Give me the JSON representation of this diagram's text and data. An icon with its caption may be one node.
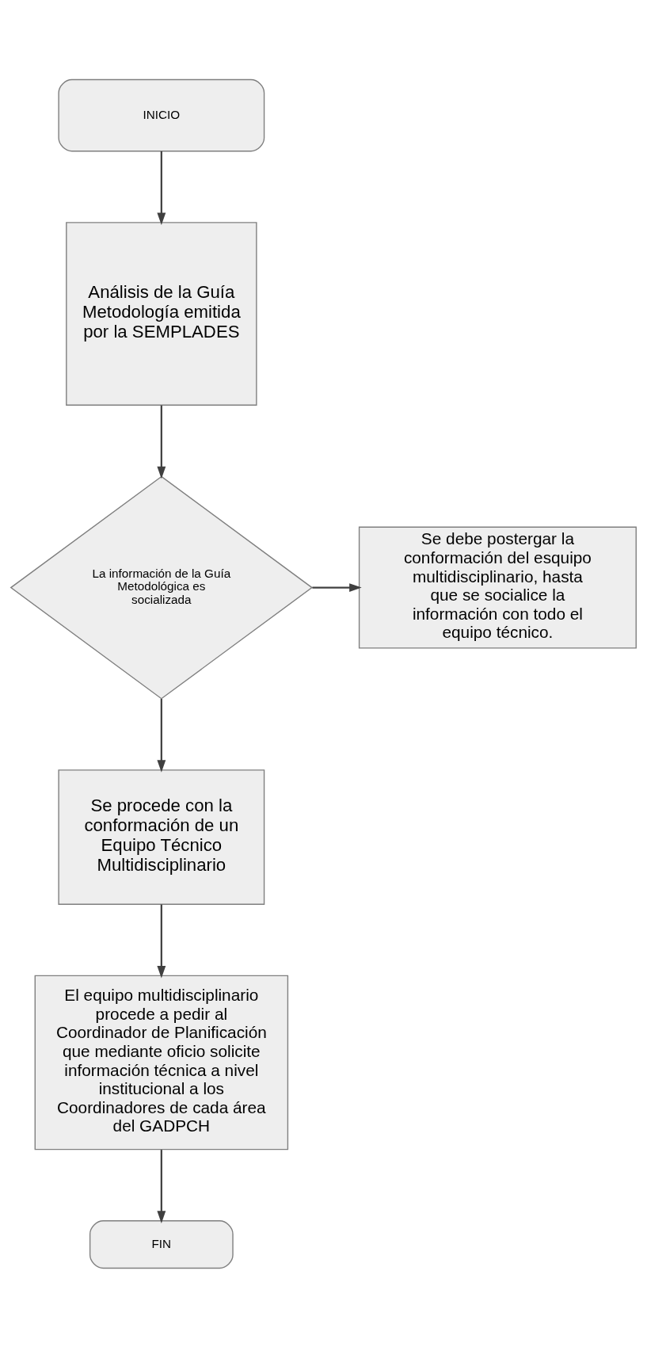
{
  "diagram": {
    "nodes": [
      {
        "text": [
          "INICIO"
        ]
      },
      {
        "text": [
          "Análisis de la Guía Metodología emitida por la SEMPLADES"
        ]
      },
      {
        "text": [
          "La información de la Guía Metodológica es socializada"
        ]
      },
      {
        "text": [
          "Se debe postergar la conformación del esquipo multidisciplinario, hasta que se socialice la información con todo el equipo técnico."
        ]
      },
      {
        "text": [
          "Se procede con la conformación de un Equipo Técnico Multidisciplinario"
        ]
      },
      {
        "text": [
          "El equipo multidisciplinario procede a pedir al Coordinador de Planificación que mediante oficio solicite información técnica a nivel institucional a los Coordinadores de cada área del GADPCH"
        ]
      },
      {
        "text": [
          "FIN"
        ]
      }
    ],
    "edges": [
      {
        "from": 0,
        "to": 1,
        "arrow": "to"
      },
      {
        "from": 1,
        "to": 2,
        "arrow": "to"
      },
      {
        "from": 2,
        "to": 3,
        "arrow": "to"
      },
      {
        "from": 2,
        "to": 4,
        "arrow": "to"
      },
      {
        "from": 4,
        "to": 5,
        "arrow": "to"
      },
      {
        "from": 5,
        "to": 6,
        "arrow": "to"
      }
    ]
  }
}
